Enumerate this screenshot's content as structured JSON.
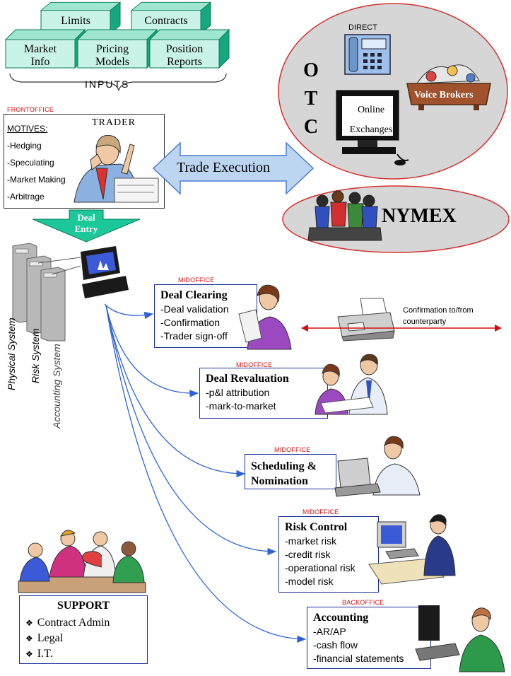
{
  "inputs": {
    "label": "INPUTS",
    "boxes": {
      "limits": "Limits",
      "contracts": "Contracts",
      "market_info_1": "Market",
      "market_info_2": "Info",
      "pricing_1": "Pricing",
      "pricing_2": "Models",
      "position_1": "Position",
      "position_2": "Reports"
    }
  },
  "front_office": {
    "tag": "FRONTOFFICE",
    "trader_label": "TRADER",
    "motives_title": "MOTIVES:",
    "motives": [
      "-Hedging",
      "-Speculating",
      "-Market Making",
      "-Arbitrage"
    ]
  },
  "trade_execution": "Trade Execution",
  "otc": {
    "letters": [
      "O",
      "T",
      "C"
    ],
    "direct": "DIRECT",
    "online_1": "Online",
    "online_2": "Exchanges",
    "voice_brokers": "Voice Brokers"
  },
  "nymex": "NYMEX",
  "deal_entry": {
    "line1": "Deal",
    "line2": "Entry"
  },
  "systems": [
    "Physical System",
    "Risk System",
    "Accounting System"
  ],
  "stages": {
    "clearing": {
      "tag": "MIDOFFICE",
      "title": "Deal Clearing",
      "items": [
        "-Deal validation",
        "-Confirmation",
        "-Trader sign-off"
      ]
    },
    "revaluation": {
      "tag": "MIDOFFICE",
      "title": "Deal Revaluation",
      "items": [
        "-p&l attribution",
        "-mark-to-market"
      ]
    },
    "scheduling": {
      "tag": "MIDOFFICE",
      "title_1": "Scheduling &",
      "title_2": "Nomination"
    },
    "risk": {
      "tag": "MIDOFFICE",
      "title": "Risk Control",
      "items": [
        "-market risk",
        "-credit risk",
        "-operational risk",
        "-model risk"
      ]
    },
    "accounting": {
      "tag": "BACKOFFICE",
      "title": "Accounting",
      "items": [
        "-AR/AP",
        "-cash flow",
        "-financial statements"
      ]
    }
  },
  "confirmation": {
    "line1": "Confirmation to/from",
    "line2": "counterparty"
  },
  "support": {
    "title": "SUPPORT",
    "items": [
      "Contract Admin",
      "Legal",
      "I.T."
    ]
  },
  "colors": {
    "box_fill": "#c6f0e6",
    "box_side": "#15a87e",
    "link_blue": "#2e63d6",
    "oval_fill": "#d6d6d6",
    "oval_border": "#d53030",
    "arrow_fill": "#bcd6f2",
    "deal_entry_fill": "#1cc79a",
    "tag_red": "#d01010"
  }
}
